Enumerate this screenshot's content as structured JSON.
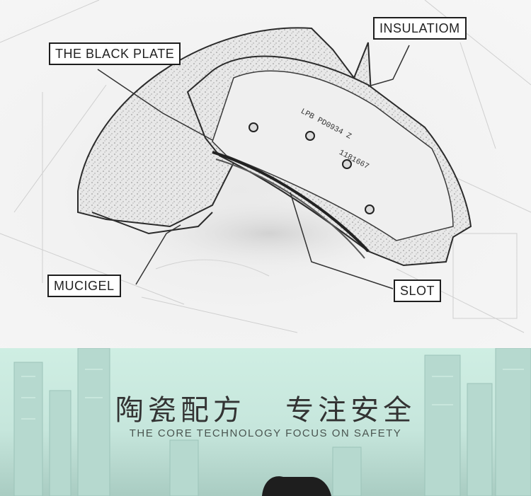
{
  "callouts": {
    "black_plate": "THE BLACK PLATE",
    "insulation": "INSULATIOM",
    "mucigel": "MUCIGEL",
    "slot": "SLOT"
  },
  "pad_stamp": {
    "line1": "LPB  PD0934  Z",
    "line2": "1181667"
  },
  "banner": {
    "title_cn": "陶瓷配方   专注安全",
    "subtitle_en": "THE CORE TECHNOLOGY FOCUS ON SAFETY"
  },
  "colors": {
    "label_border": "#1e1e1e",
    "banner_bg": "#cfeee3"
  }
}
